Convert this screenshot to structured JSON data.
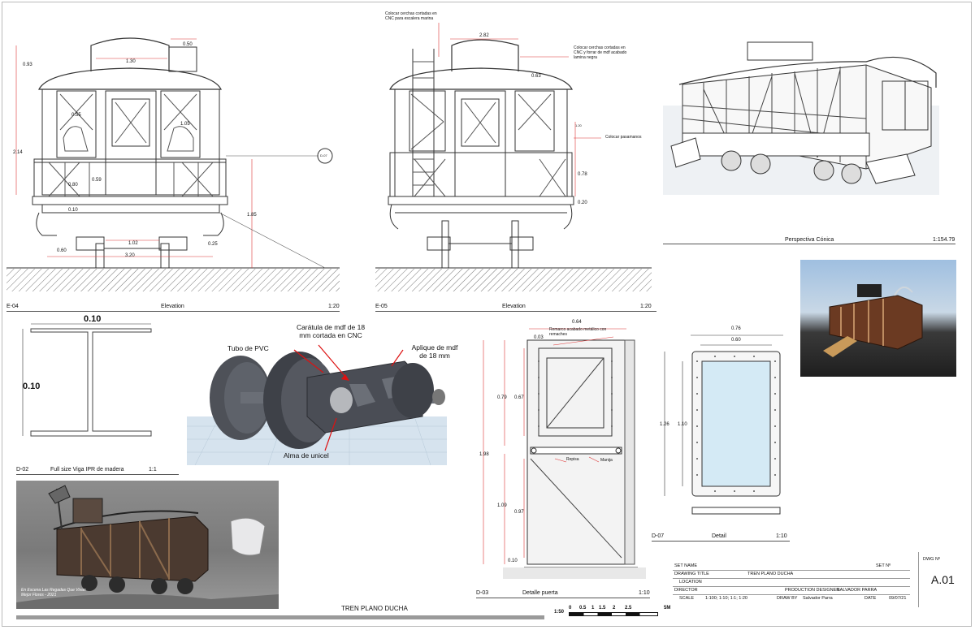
{
  "elevation_left": {
    "code": "E-04",
    "title": "Elevation",
    "scale": "1:20",
    "dims": [
      "0.50",
      "0.93",
      "1.30",
      "0.55",
      "1.05",
      "2.14",
      "0.80",
      "0.59",
      "0.10",
      "1.85",
      "1.02",
      "0.25",
      "0.60",
      "3.20"
    ],
    "marker": "D-07"
  },
  "elevation_right": {
    "code": "E-05",
    "title": "Elevation",
    "scale": "1:20",
    "dims": [
      "2.82",
      "0.63",
      "1.20",
      "0.78",
      "0.20"
    ],
    "notes": [
      "Colocar cerchas cortadas en CNC para escalera marina",
      "Colocar cerchas cortadas en CNC y forrar de mdf acabado lamina negra",
      "Colocar pasamanos"
    ]
  },
  "perspective": {
    "title": "Perspectiva Cónica",
    "scale": "1:154.79"
  },
  "beam": {
    "code": "D-02",
    "title": "Full size Viga IPR de madera",
    "scale": "1:1",
    "dim_top": "0.10",
    "dim_side": "0.10"
  },
  "bogie": {
    "labels": [
      "Carátula de mdf de 18 mm cortada en CNC",
      "Tubo de PVC",
      "Aplique de mdf de 18 mm",
      "Alma de unicel"
    ]
  },
  "door": {
    "code": "D-03",
    "title": "Detalle puerta",
    "scale": "1:10",
    "dims": [
      "0.64",
      "0.03",
      "0.79",
      "0.67",
      "1.98",
      "1.09",
      "0.97",
      "0.10"
    ],
    "notes": [
      "Remarco acabado metálico con remaches",
      "Repisa",
      "Manija"
    ]
  },
  "window": {
    "code": "D-07",
    "title": "Detail",
    "scale": "1:10",
    "dims": [
      "0.76",
      "0.60",
      "1.26",
      "1.10"
    ]
  },
  "sheet_title": "TREN PLANO DUCHA",
  "scale_bar": {
    "ratio": "1:50",
    "ticks": [
      "0",
      "0.5",
      "1",
      "1.5",
      "2",
      "2.5"
    ],
    "unit": "5M"
  },
  "title_block": {
    "set_name": "SET NAME",
    "set_no": "SET Nº",
    "drawing_title_label": "DRAWING TITLE",
    "drawing_title": "TREN PLANO DUCHA",
    "location": "LOCATION",
    "director": "DIRECTOR",
    "prod_label": "PRODUCTION DESIGNER",
    "prod": "SALVADOR PARRA",
    "scale_label": "SCALE",
    "scale": "1:100; 1:10; 1:1; 1:20",
    "draw_label": "DRAW BY",
    "draw": "Salvador Parra",
    "date_label": "DATE",
    "date": "09/07/21",
    "dwg_label": "DWG Nº",
    "dwg": "A.01"
  },
  "sketch_note": "En Escena Las Regadas Que Vivan Mejor Flores - 2021"
}
